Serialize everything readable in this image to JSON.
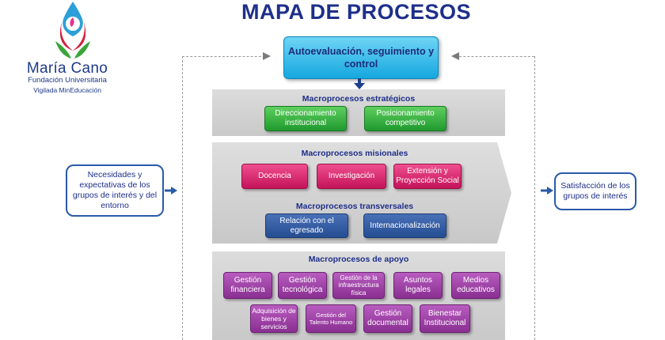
{
  "brand": {
    "name": "María Cano",
    "subtitle": "Fundación Universitaria",
    "tagline": "Vigilada MinEducación"
  },
  "title": "MAPA DE PROCESOS",
  "top_box": "Autoevaluación, seguimiento y control",
  "inputs_box": "Necesidades y expectativas de los grupos de interés y del entorno",
  "outputs_box": "Satisfacción de los grupos de interés",
  "strategic": {
    "heading": "Macroprocesos estratégicos",
    "items": [
      "Direccionamiento institucional",
      "Posicionamiento competitivo"
    ]
  },
  "missional": {
    "heading": "Macroprocesos misionales",
    "items": [
      "Docencia",
      "Investigación",
      "Extensión y Proyección Social"
    ]
  },
  "transversal": {
    "heading": "Macroprocesos transversales",
    "items": [
      "Relación con el egresado",
      "Internacionalización"
    ]
  },
  "support": {
    "heading": "Macroprocesos de apoyo",
    "row1": [
      "Gestión financiera",
      "Gestión tecnológica",
      "Gestión de la infraestructura física",
      "Asuntos legales",
      "Medios educativos"
    ],
    "row2": [
      "Adquisición de bienes y servicios",
      "Gestión del Talento Humano",
      "Gestión documental",
      "Bienestar Institucional"
    ]
  },
  "colors": {
    "title": "#1e2f8a",
    "top_box": "#15a8e0",
    "strategic": "#1f9a2e",
    "missional": "#c4135a",
    "transversal": "#244d92",
    "support": "#8a2f92"
  }
}
